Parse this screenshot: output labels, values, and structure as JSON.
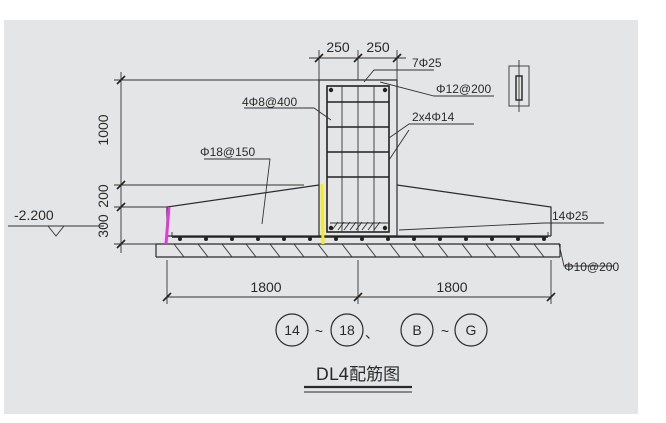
{
  "drawing": {
    "dims": {
      "top_left": "250",
      "top_right": "250",
      "h_col": "1000",
      "h_taper": "200",
      "h_base": "300",
      "left_span": "1800",
      "right_span": "1800"
    },
    "elevation": "-2.200",
    "rebar": {
      "col_main": "7Φ25",
      "col_stirrup": "Φ12@200",
      "col_side": "4Φ8@400",
      "col_mid": "2x4Φ14",
      "slope_bar": "Φ18@150",
      "bottom_top": "14Φ25",
      "bottom_dist": "Φ10@200"
    },
    "axes": {
      "a1": "14",
      "a2": "18",
      "b1": "B",
      "b2": "G",
      "tilde": "~",
      "comma": "、"
    },
    "title": "DL4配筋图"
  },
  "colors": {
    "background": "#e4e5e6",
    "line": "#2b2b2b",
    "magenta_marker": "#e23ad8",
    "yellow_marker": "#f2ee1e"
  }
}
